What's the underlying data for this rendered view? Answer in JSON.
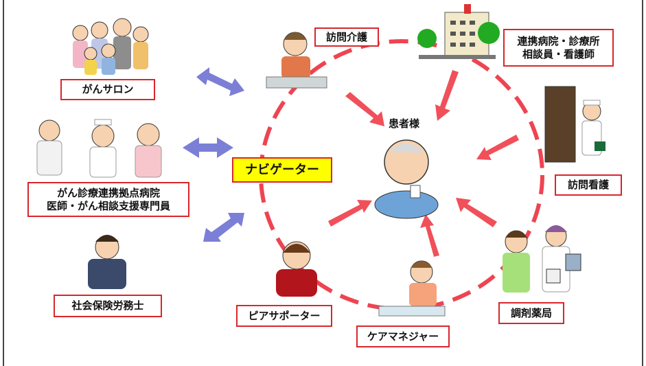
{
  "center": {
    "label": "患者様"
  },
  "navigator": {
    "label": "ナビゲーター"
  },
  "left_nodes": {
    "salon": "がんサロン",
    "hospital_line1": "がん診療連携拠点病院",
    "hospital_line2": "医師・がん相談支援専門員",
    "sharoshi": "社会保険労務士"
  },
  "circle_nodes": {
    "home_care": "訪問介護",
    "partner_line1": "連携病院・診療所",
    "partner_line2": "相談員・看護師",
    "visiting_nurse": "訪問看護",
    "pharmacy": "調剤薬局",
    "care_manager": "ケアマネジャー",
    "peer_supporter": "ピアサポーター"
  },
  "colors": {
    "arrow_red": "#f0505a",
    "dash_red": "#ee4452",
    "link_blue": "#7b7fd6",
    "label_border": "#d9262b",
    "navi_fill": "#ffff00"
  }
}
